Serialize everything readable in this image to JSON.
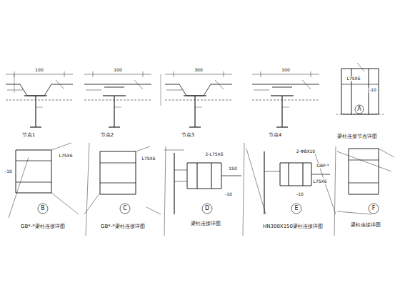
{
  "diagram": {
    "labels": [
      "节点1",
      "节点2",
      "节点3",
      "节点4",
      "梁柱连接节点详图",
      "A",
      "B",
      "C",
      "D",
      "E",
      "F",
      "GB*-*梁柱连接详图",
      "GB*-*梁柱连接详图",
      "梁柱连接详图",
      "HN300X150梁柱连接详图",
      "梁柱连接详图",
      "100",
      "100",
      "300",
      "100",
      "L75X6",
      "-10",
      "L75X6",
      "-10",
      "L75X6",
      "2-L75X6",
      "2-Φ8X10",
      "L75X6",
      "GBP-*",
      "-10",
      "-10",
      "150"
    ]
  }
}
